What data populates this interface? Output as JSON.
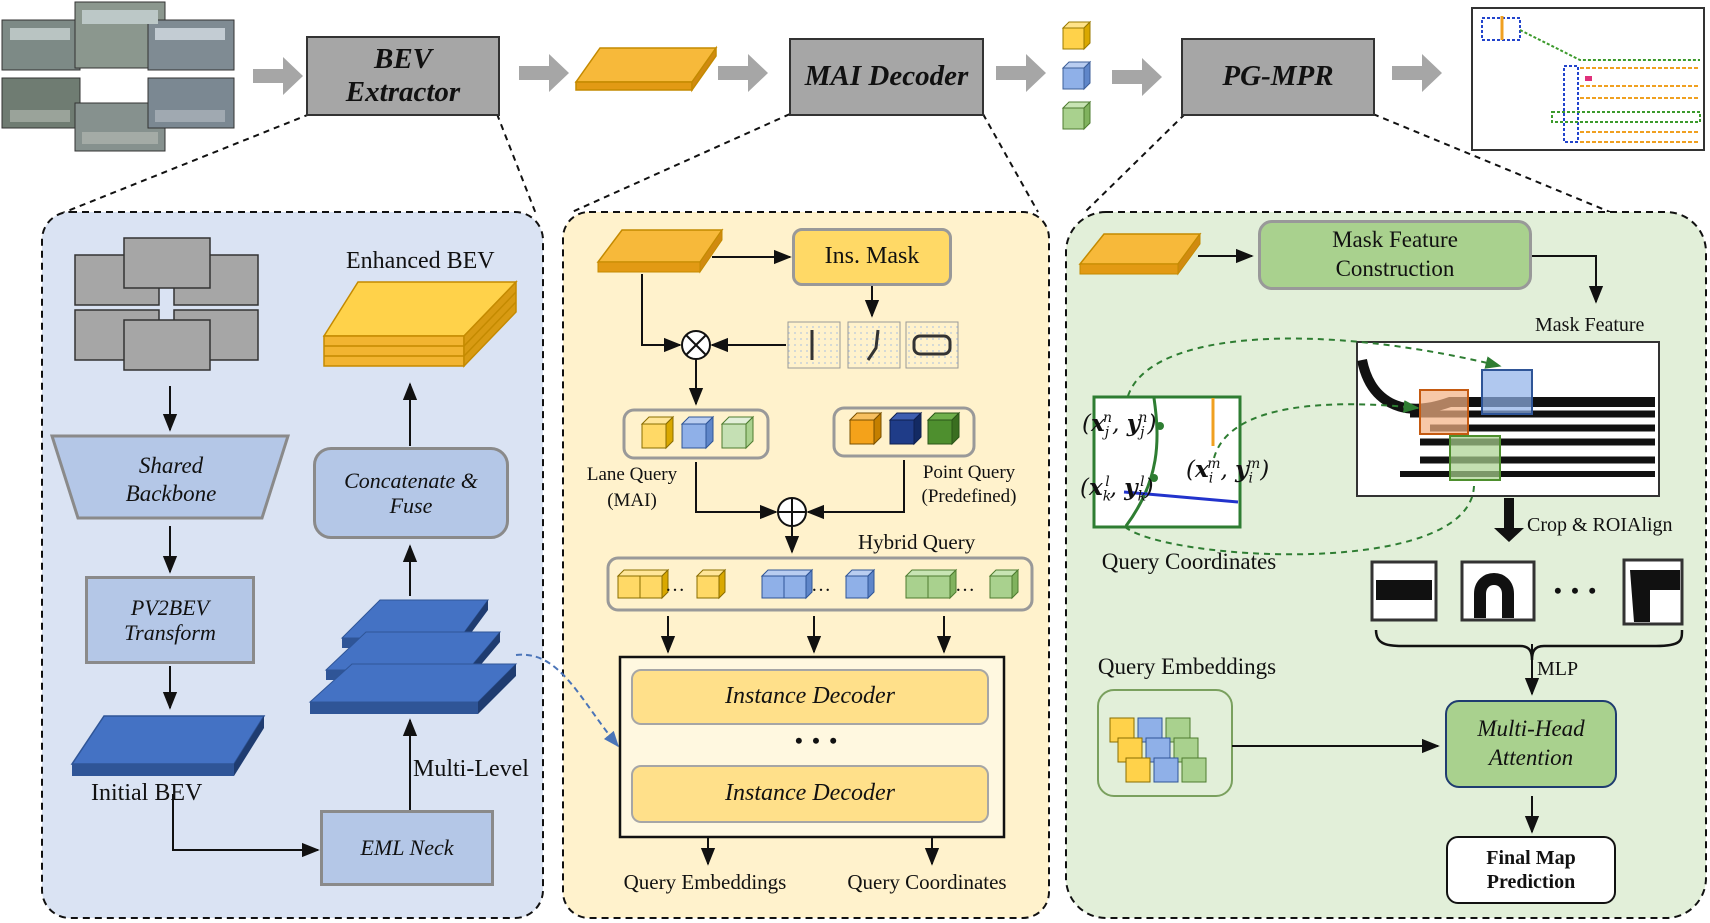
{
  "pipeline": {
    "bev_extractor": "BEV Extractor",
    "mai_decoder": "MAI Decoder",
    "pg_mpr": "PG-MPR"
  },
  "bev_panel": {
    "shared_backbone": "Shared Backbone",
    "pv2bev": "PV2BEV Transform",
    "initial_bev": "Initial BEV",
    "eml_neck": "EML Neck",
    "multi_level": "Multi-Level",
    "concat_fuse": "Concatenate & Fuse",
    "enhanced_bev": "Enhanced BEV"
  },
  "mai_panel": {
    "ins_mask": "Ins. Mask",
    "lane_query": "Lane Query",
    "lane_query_sub": "(MAI)",
    "point_query": "Point Query",
    "point_query_sub": "(Predefined)",
    "hybrid_query": "Hybrid Query",
    "instance_decoder_1": "Instance Decoder",
    "instance_decoder_2": "Instance Decoder",
    "ellipsis": "• • •",
    "query_embeddings": "Query Embeddings",
    "query_coordinates": "Query Coordinates"
  },
  "pg_panel": {
    "mask_feature_construction": "Mask Feature Construction",
    "mask_feature": "Mask Feature",
    "crop_roialign": "Crop & ROIAlign",
    "query_coordinates": "Query Coordinates",
    "query_embeddings": "Query Embeddings",
    "mlp": "MLP",
    "mha": "Multi-Head Attention",
    "final_map": "Final Map Prediction",
    "ellipsis": "• • •",
    "coord_j": "(x_j^n, y_j^n)",
    "coord_k": "(x_k^l, y_k^l)",
    "coord_i": "(x_i^m, y_i^m)"
  },
  "colors": {
    "bev_panel_bg": "#dae3f3",
    "mai_panel_bg": "#fff2cc",
    "pg_panel_bg": "#e2efd9",
    "bev_orange": "#f7b93a",
    "blue_bev": "#2f5597",
    "query_yellow": "#ffd966",
    "query_blue": "#8fb0e8",
    "query_green": "#a9d18e",
    "point_orange": "#f4a21a",
    "point_navy": "#1f3c88",
    "point_green": "#4e8f2e"
  }
}
